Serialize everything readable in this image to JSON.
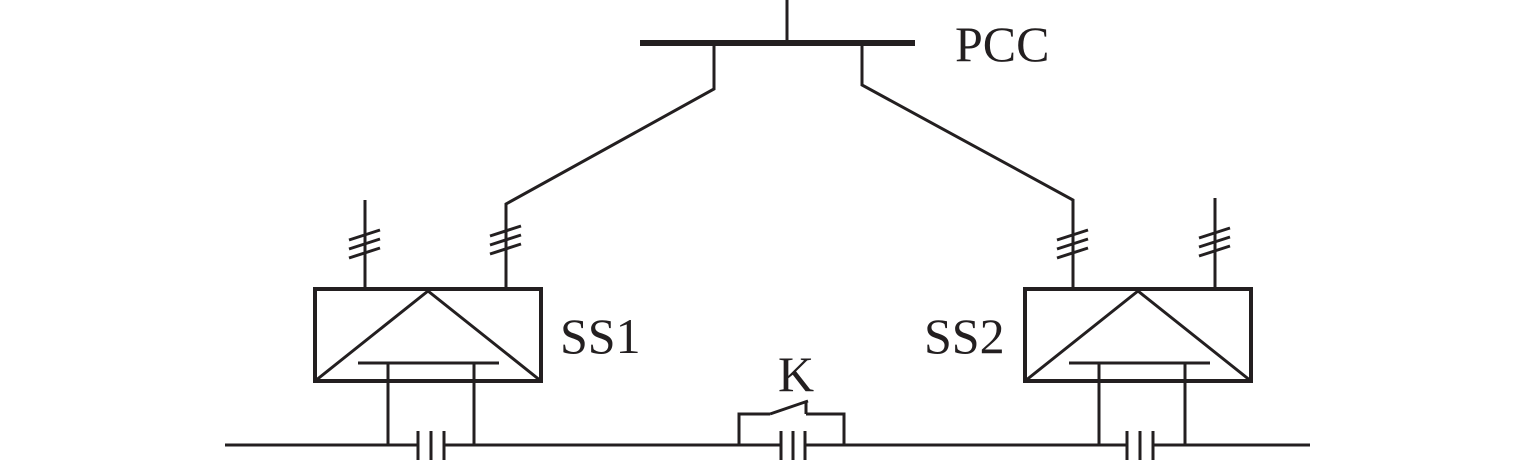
{
  "labels": {
    "pcc": "PCC",
    "ss1": "SS1",
    "ss2": "SS2",
    "switch": "K"
  },
  "colors": {
    "line": "#231f20",
    "background": "#ffffff"
  }
}
